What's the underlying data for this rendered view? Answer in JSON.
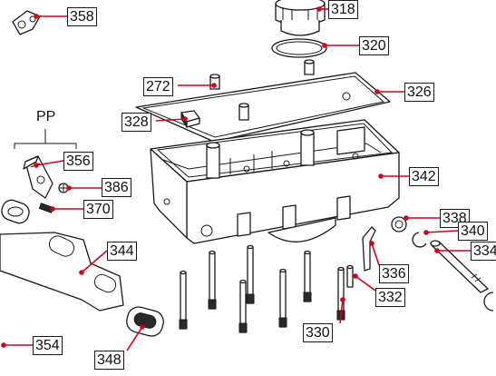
{
  "diagram": {
    "group_label": "PP",
    "callouts": {
      "c358": "358",
      "c318": "318",
      "c320": "320",
      "c272": "272",
      "c326": "326",
      "c328": "328",
      "c356": "356",
      "c342": "342",
      "c386": "386",
      "c370": "370",
      "c338": "338",
      "c340": "340",
      "c334": "334",
      "c344": "344",
      "c336": "336",
      "c332": "332",
      "c330": "330",
      "c354": "354",
      "c348": "348"
    },
    "accent_color": "#d0021b"
  }
}
